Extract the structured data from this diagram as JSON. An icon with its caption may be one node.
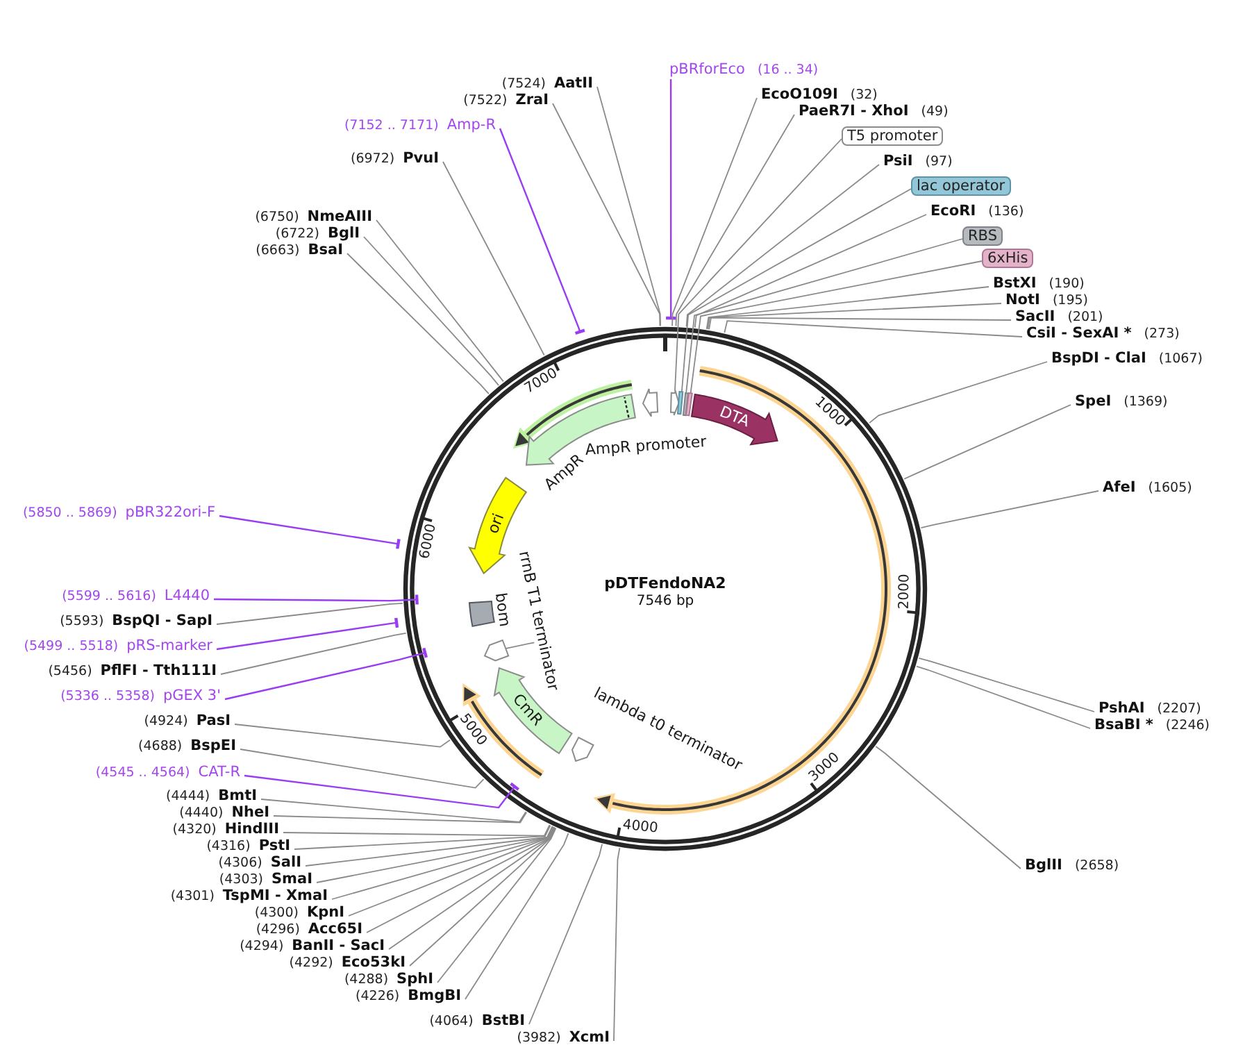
{
  "diagram": {
    "nodes": [
      {
        "text": [
          "pDTFendoNA2",
          "7546 bp"
        ]
      },
      {
        "text": [],
        "shape": "arrow",
        "in": 0
      },
      {
        "text": [],
        "shape": "bar",
        "in": 0
      },
      {
        "text": [],
        "shape": "bar",
        "in": 0
      },
      {
        "text": [],
        "shape": "bar",
        "in": 0
      },
      {
        "text": [
          "DTA"
        ],
        "in": 0
      },
      {
        "text": [
          "lambda t0 terminator"
        ],
        "in": 0
      },
      {
        "text": [
          "CmR"
        ],
        "in": 0
      },
      {
        "text": [],
        "shape": "pentagon",
        "in": 0
      },
      {
        "text": [
          "rrnB T1 terminator"
        ],
        "in": 0
      },
      {
        "text": [
          "bom"
        ],
        "in": 0
      },
      {
        "text": [
          "ori"
        ],
        "in": 0
      },
      {
        "text": [
          "AmpR"
        ],
        "in": 0
      },
      {
        "text": [
          "AmpR promoter"
        ],
        "in": 0
      },
      {
        "text": [
          "pBRforEco"
        ],
        "beside": [
          "(16 .. 34)"
        ]
      },
      {
        "text": [
          "EcoO109I"
        ],
        "beside": [
          "(32)"
        ]
      },
      {
        "text": [
          "PaeR7I - XhoI"
        ],
        "beside": [
          "(49)"
        ]
      },
      {
        "text": [
          "T5 promoter"
        ]
      },
      {
        "text": [
          "PsiI"
        ],
        "beside": [
          "(97)"
        ]
      },
      {
        "text": [
          "lac operator"
        ]
      },
      {
        "text": [
          "EcoRI"
        ],
        "beside": [
          "(136)"
        ]
      },
      {
        "text": [
          "RBS"
        ]
      },
      {
        "text": [
          "6xHis"
        ]
      },
      {
        "text": [
          "BstXI"
        ],
        "beside": [
          "(190)"
        ]
      },
      {
        "text": [
          "NotI"
        ],
        "beside": [
          "(195)"
        ]
      },
      {
        "text": [
          "SacII"
        ],
        "beside": [
          "(201)"
        ]
      },
      {
        "text": [
          "CsiI - SexAI *"
        ],
        "beside": [
          "(273)"
        ]
      },
      {
        "text": [
          "BspDI - ClaI"
        ],
        "beside": [
          "(1067)"
        ]
      },
      {
        "text": [
          "SpeI"
        ],
        "beside": [
          "(1369)"
        ]
      },
      {
        "text": [
          "AfeI"
        ],
        "beside": [
          "(1605)"
        ]
      },
      {
        "text": [
          "PshAI"
        ],
        "beside": [
          "(2207)"
        ]
      },
      {
        "text": [
          "BsaBI *"
        ],
        "beside": [
          "(2246)"
        ]
      },
      {
        "text": [
          "BglII"
        ],
        "beside": [
          "(2658)"
        ]
      },
      {
        "text": [
          "XcmI"
        ],
        "beside": [
          "(3982)"
        ]
      },
      {
        "text": [
          "BstBI"
        ],
        "beside": [
          "(4064)"
        ]
      },
      {
        "text": [
          "BmgBI"
        ],
        "beside": [
          "(4226)"
        ]
      },
      {
        "text": [
          "SphI"
        ],
        "beside": [
          "(4288)"
        ]
      },
      {
        "text": [
          "Eco53kI"
        ],
        "beside": [
          "(4292)"
        ]
      },
      {
        "text": [
          "BanII - SacI"
        ],
        "beside": [
          "(4294)"
        ]
      },
      {
        "text": [
          "Acc65I"
        ],
        "beside": [
          "(4296)"
        ]
      },
      {
        "text": [
          "KpnI"
        ],
        "beside": [
          "(4300)"
        ]
      },
      {
        "text": [
          "TspMI - XmaI"
        ],
        "beside": [
          "(4301)"
        ]
      },
      {
        "text": [
          "SmaI"
        ],
        "beside": [
          "(4303)"
        ]
      },
      {
        "text": [
          "SalI"
        ],
        "beside": [
          "(4306)"
        ]
      },
      {
        "text": [
          "PstI"
        ],
        "beside": [
          "(4316)"
        ]
      },
      {
        "text": [
          "HindIII"
        ],
        "beside": [
          "(4320)"
        ]
      },
      {
        "text": [
          "NheI"
        ],
        "beside": [
          "(4440)"
        ]
      },
      {
        "text": [
          "BmtI"
        ],
        "beside": [
          "(4444)"
        ]
      },
      {
        "text": [
          "CAT-R"
        ],
        "beside": [
          "(4545 .. 4564)"
        ]
      },
      {
        "text": [
          "BspEI"
        ],
        "beside": [
          "(4688)"
        ]
      },
      {
        "text": [
          "PasI"
        ],
        "beside": [
          "(4924)"
        ]
      },
      {
        "text": [
          "pGEX 3'"
        ],
        "beside": [
          "(5336 .. 5358)"
        ]
      },
      {
        "text": [
          "PflFI - Tth111I"
        ],
        "beside": [
          "(5456)"
        ]
      },
      {
        "text": [
          "pRS-marker"
        ],
        "beside": [
          "(5499 .. 5518)"
        ]
      },
      {
        "text": [
          "BspQI - SapI"
        ],
        "beside": [
          "(5593)"
        ]
      },
      {
        "text": [
          "L4440"
        ],
        "beside": [
          "(5599 .. 5616)"
        ]
      },
      {
        "text": [
          "pBR322ori-F"
        ],
        "beside": [
          "(5850 .. 5869)"
        ]
      },
      {
        "text": [
          "BsaI"
        ],
        "beside": [
          "(6663)"
        ]
      },
      {
        "text": [
          "BglI"
        ],
        "beside": [
          "(6722)"
        ]
      },
      {
        "text": [
          "NmeAIII"
        ],
        "beside": [
          "(6750)"
        ]
      },
      {
        "text": [
          "PvuI"
        ],
        "beside": [
          "(6972)"
        ]
      },
      {
        "text": [
          "Amp-R"
        ],
        "beside": [
          "(7152 .. 7171)"
        ]
      },
      {
        "text": [
          "ZraI"
        ],
        "beside": [
          "(7522)"
        ]
      },
      {
        "text": [
          "AatII"
        ],
        "beside": [
          "(7524)"
        ]
      }
    ],
    "edges": [
      {
        "from": 9,
        "to": 8,
        "arrow": "none"
      },
      {
        "from": 14,
        "to": 0,
        "arrow": "other",
        "color": "#9a3cf2"
      },
      {
        "from": 15,
        "to": 0,
        "arrow": "none"
      },
      {
        "from": 16,
        "to": 0,
        "arrow": "none"
      },
      {
        "from": 17,
        "to": 1,
        "arrow": "none"
      },
      {
        "from": 18,
        "to": 0,
        "arrow": "none"
      },
      {
        "from": 19,
        "to": 2,
        "arrow": "none"
      },
      {
        "from": 20,
        "to": 0,
        "arrow": "none"
      },
      {
        "from": 21,
        "to": 3,
        "arrow": "none"
      },
      {
        "from": 22,
        "to": 4,
        "arrow": "none"
      },
      {
        "from": 23,
        "to": 0,
        "arrow": "none"
      },
      {
        "from": 24,
        "to": 0,
        "arrow": "none"
      },
      {
        "from": 25,
        "to": 0,
        "arrow": "none"
      },
      {
        "from": 26,
        "to": 0,
        "arrow": "none"
      },
      {
        "from": 27,
        "to": 0,
        "arrow": "none"
      },
      {
        "from": 28,
        "to": 0,
        "arrow": "none"
      },
      {
        "from": 29,
        "to": 0,
        "arrow": "none"
      },
      {
        "from": 30,
        "to": 0,
        "arrow": "none"
      },
      {
        "from": 31,
        "to": 0,
        "arrow": "none"
      },
      {
        "from": 32,
        "to": 0,
        "arrow": "none"
      },
      {
        "from": 33,
        "to": 0,
        "arrow": "none"
      },
      {
        "from": 34,
        "to": 0,
        "arrow": "none"
      },
      {
        "from": 35,
        "to": 0,
        "arrow": "none"
      },
      {
        "from": 36,
        "to": 0,
        "arrow": "none"
      },
      {
        "from": 37,
        "to": 0,
        "arrow": "none"
      },
      {
        "from": 38,
        "to": 0,
        "arrow": "none"
      },
      {
        "from": 39,
        "to": 0,
        "arrow": "none"
      },
      {
        "from": 40,
        "to": 0,
        "arrow": "none"
      },
      {
        "from": 41,
        "to": 0,
        "arrow": "none"
      },
      {
        "from": 42,
        "to": 0,
        "arrow": "none"
      },
      {
        "from": 43,
        "to": 0,
        "arrow": "none"
      },
      {
        "from": 44,
        "to": 0,
        "arrow": "none"
      },
      {
        "from": 45,
        "to": 0,
        "arrow": "none"
      },
      {
        "from": 46,
        "to": 0,
        "arrow": "none"
      },
      {
        "from": 47,
        "to": 0,
        "arrow": "none"
      },
      {
        "from": 48,
        "to": 0,
        "arrow": "other",
        "color": "#9a3cf2"
      },
      {
        "from": 49,
        "to": 0,
        "arrow": "none"
      },
      {
        "from": 50,
        "to": 0,
        "arrow": "none"
      },
      {
        "from": 51,
        "to": 0,
        "arrow": "other",
        "color": "#9a3cf2"
      },
      {
        "from": 52,
        "to": 0,
        "arrow": "none"
      },
      {
        "from": 53,
        "to": 0,
        "arrow": "other",
        "color": "#9a3cf2"
      },
      {
        "from": 54,
        "to": 0,
        "arrow": "none"
      },
      {
        "from": 55,
        "to": 0,
        "arrow": "other",
        "color": "#9a3cf2"
      },
      {
        "from": 56,
        "to": 0,
        "arrow": "other",
        "color": "#9a3cf2"
      },
      {
        "from": 57,
        "to": 0,
        "arrow": "none"
      },
      {
        "from": 58,
        "to": 0,
        "arrow": "none"
      },
      {
        "from": 59,
        "to": 0,
        "arrow": "none"
      },
      {
        "from": 60,
        "to": 0,
        "arrow": "none"
      },
      {
        "from": 61,
        "to": 0,
        "arrow": "other",
        "color": "#9a3cf2"
      },
      {
        "from": 62,
        "to": 0,
        "arrow": "none"
      },
      {
        "from": 63,
        "to": 0,
        "arrow": "none"
      }
    ],
    "labels": [
      "1000",
      "2000",
      "3000",
      "4000",
      "5000",
      "6000",
      "7000"
    ]
  }
}
